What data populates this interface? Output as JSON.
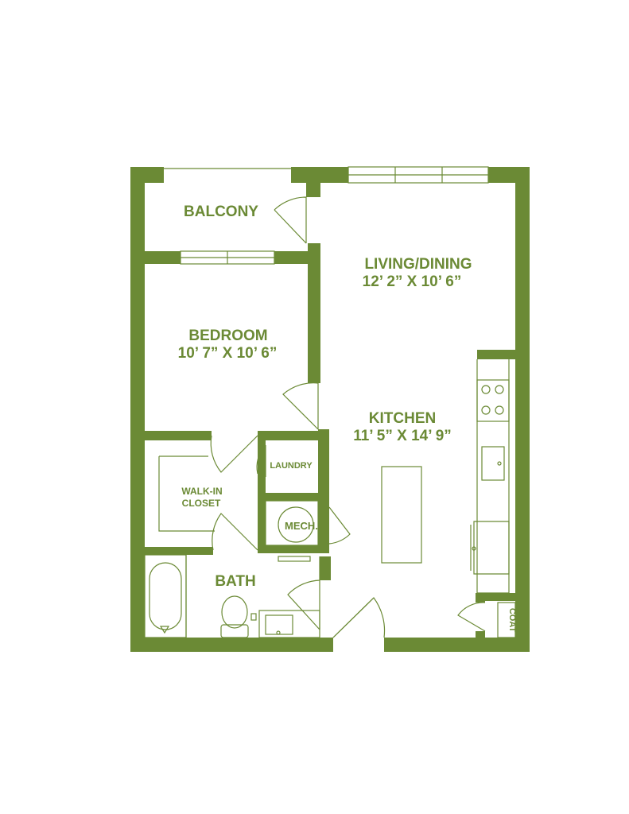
{
  "colors": {
    "wall": "#6b8a35",
    "line": "#6b8a35",
    "background": "#ffffff"
  },
  "rooms": {
    "balcony": {
      "name": "BALCONY"
    },
    "living": {
      "name": "LIVING/DINING",
      "dims": "12’ 2” X 10’ 6”"
    },
    "bedroom": {
      "name": "BEDROOM",
      "dims": "10’ 7” X 10’ 6”"
    },
    "kitchen": {
      "name": "KITCHEN",
      "dims": "11’ 5” X 14’ 9”"
    },
    "closet": {
      "name_line1": "WALK-IN",
      "name_line2": "CLOSET"
    },
    "laundry": {
      "name": "LAUNDRY"
    },
    "mech": {
      "name": "MECH."
    },
    "bath": {
      "name": "BATH"
    },
    "coat": {
      "name": "COAT"
    }
  }
}
